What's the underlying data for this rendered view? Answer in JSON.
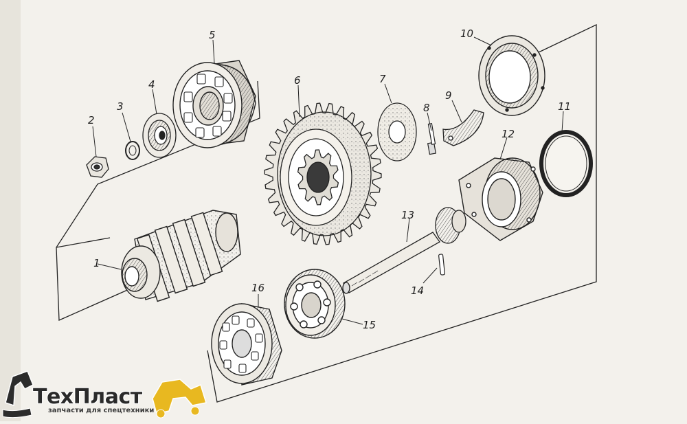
{
  "diagram": {
    "labels": {
      "l1": "1",
      "l2": "2",
      "l3": "3",
      "l4": "4",
      "l5": "5",
      "l6": "6",
      "l7": "7",
      "l8": "8",
      "l9": "9",
      "l10": "10",
      "l11": "11",
      "l12": "12",
      "l13": "13",
      "l14": "14",
      "l15": "15",
      "l16": "16"
    }
  },
  "logo": {
    "brand": "ТехПласт",
    "tagline": "запчасти для спецтехники"
  },
  "colors": {
    "ink": "#1e1e1e",
    "paper": "#f3f1ec",
    "logo_accent": "#e8b820"
  }
}
